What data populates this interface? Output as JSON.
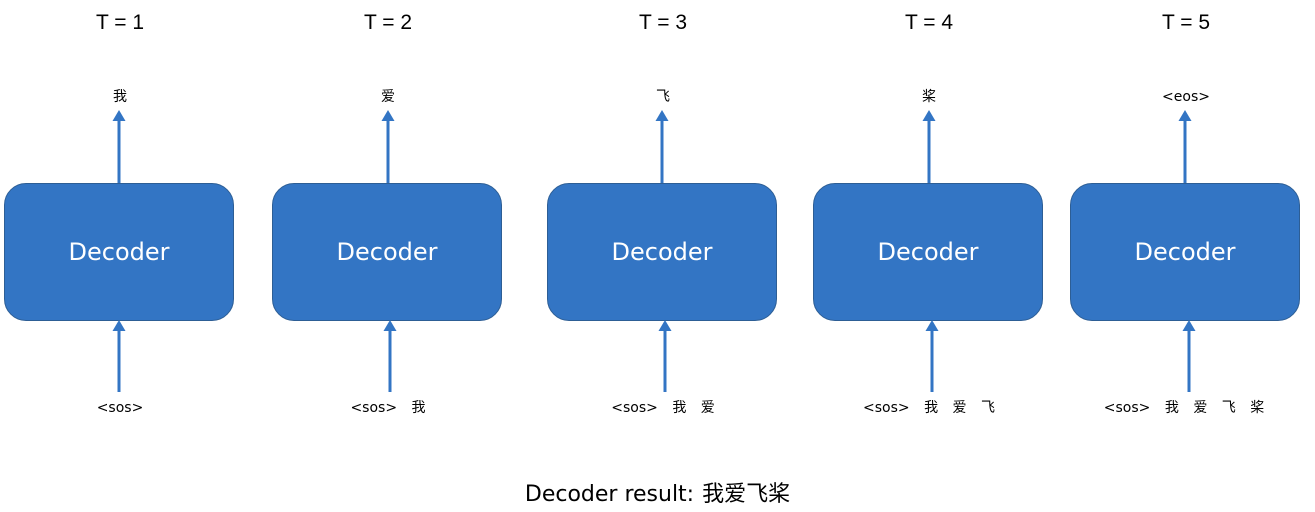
{
  "steps": [
    {
      "time_label": "T = 1",
      "output": "我",
      "decoder_label": "Decoder",
      "inputs": [
        "<sos>"
      ]
    },
    {
      "time_label": "T = 2",
      "output": "爱",
      "decoder_label": "Decoder",
      "inputs": [
        "<sos>",
        "我"
      ]
    },
    {
      "time_label": "T = 3",
      "output": "飞",
      "decoder_label": "Decoder",
      "inputs": [
        "<sos>",
        "我",
        "爱"
      ]
    },
    {
      "time_label": "T = 4",
      "output": "桨",
      "decoder_label": "Decoder",
      "inputs": [
        "<sos>",
        "我",
        "爱",
        "飞"
      ]
    },
    {
      "time_label": "T = 5",
      "output": "<eos>",
      "decoder_label": "Decoder",
      "inputs": [
        "<sos>",
        "我",
        "爱",
        "飞",
        "桨"
      ]
    }
  ],
  "result": {
    "label": "Decoder result:",
    "value": "我爱飞桨"
  },
  "colors": {
    "decoder_fill": "#3375c4",
    "decoder_border": "#2d5e95",
    "arrow": "#3375c4"
  }
}
